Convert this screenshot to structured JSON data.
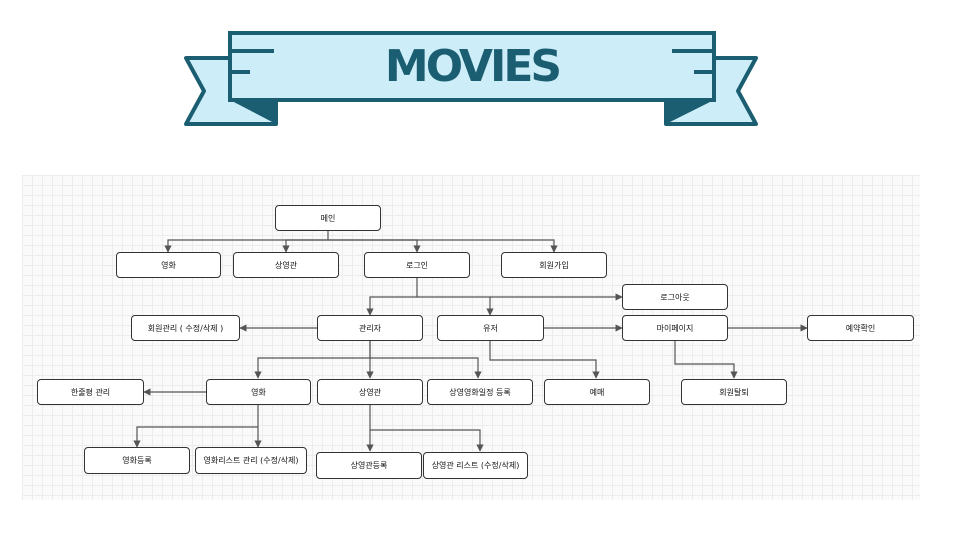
{
  "banner": {
    "title": "MOVIES"
  },
  "nodes": {
    "main": "메인",
    "movie_top": "영화",
    "theater_top": "상영관",
    "login": "로그인",
    "signup": "회원가입",
    "logout": "로그아웃",
    "member_mgmt": "회원관리 ( 수정/삭제 )",
    "admin": "관리자",
    "user": "유저",
    "mypage": "마이페이지",
    "reservation_check": "예약확인",
    "oneline_mgmt": "한줄평 관리",
    "movie_admin": "영화",
    "theater_admin": "상영관",
    "screening_schedule": "상영영화일정 등록",
    "booking": "예매",
    "withdraw": "회원탈퇴",
    "movie_register": "영화등록",
    "movie_list_mgmt": "영화리스트 관리 (수정/삭제)",
    "theater_register": "상영관등록",
    "theater_list": "상영관 리스트 (수정/삭제)"
  },
  "colors": {
    "banner_fill": "#cdeef9",
    "banner_stroke": "#1b5e72",
    "edge": "#555555"
  }
}
